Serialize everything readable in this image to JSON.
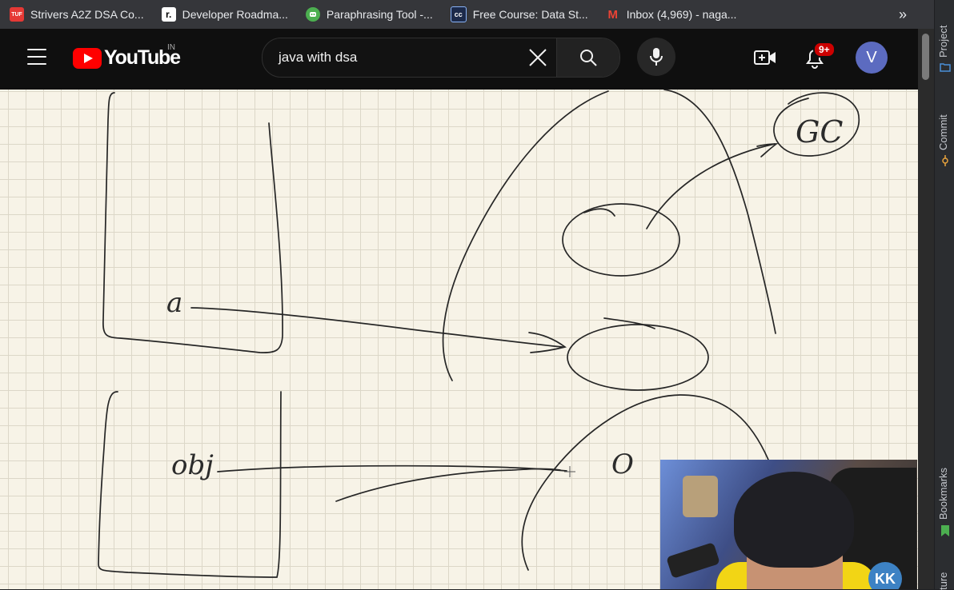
{
  "bookmarks": {
    "items": [
      {
        "label": "Strivers A2Z DSA Co...",
        "icon": "tuf-icon",
        "icon_text": "TUF",
        "color": "#e53935"
      },
      {
        "label": "Developer Roadma...",
        "icon": "roadmap-icon",
        "icon_text": "r.",
        "color": "#ffffff"
      },
      {
        "label": "Paraphrasing Tool -...",
        "icon": "robot-icon",
        "icon_text": "",
        "color": "#4caf50"
      },
      {
        "label": "Free Course: Data St...",
        "icon": "course-icon",
        "icon_text": "cc",
        "color": "#1c2a4a"
      },
      {
        "label": "Inbox (4,969) - naga...",
        "icon": "gmail-icon",
        "icon_text": "M",
        "color": "#ea4335"
      }
    ],
    "more_label": "»"
  },
  "youtube": {
    "logo_text": "YouTube",
    "country_code": "IN",
    "search_value": "java with dsa",
    "notifications_badge": "9+",
    "avatar_letter": "V"
  },
  "whiteboard": {
    "labels": {
      "a": "a",
      "obj": "obj",
      "gc": "GC",
      "zero": "O"
    }
  },
  "webcam": {
    "watermark": "KK"
  },
  "ide_panel": {
    "tabs": [
      "Project",
      "Commit",
      "Bookmarks",
      "Structure"
    ],
    "structure_visible": "ture"
  },
  "colors": {
    "youtube_red": "#ff0000",
    "header_bg": "#0f0f0f",
    "board_bg": "#f7f3e7",
    "badge_red": "#cc0000",
    "avatar": "#5c6bc0"
  }
}
